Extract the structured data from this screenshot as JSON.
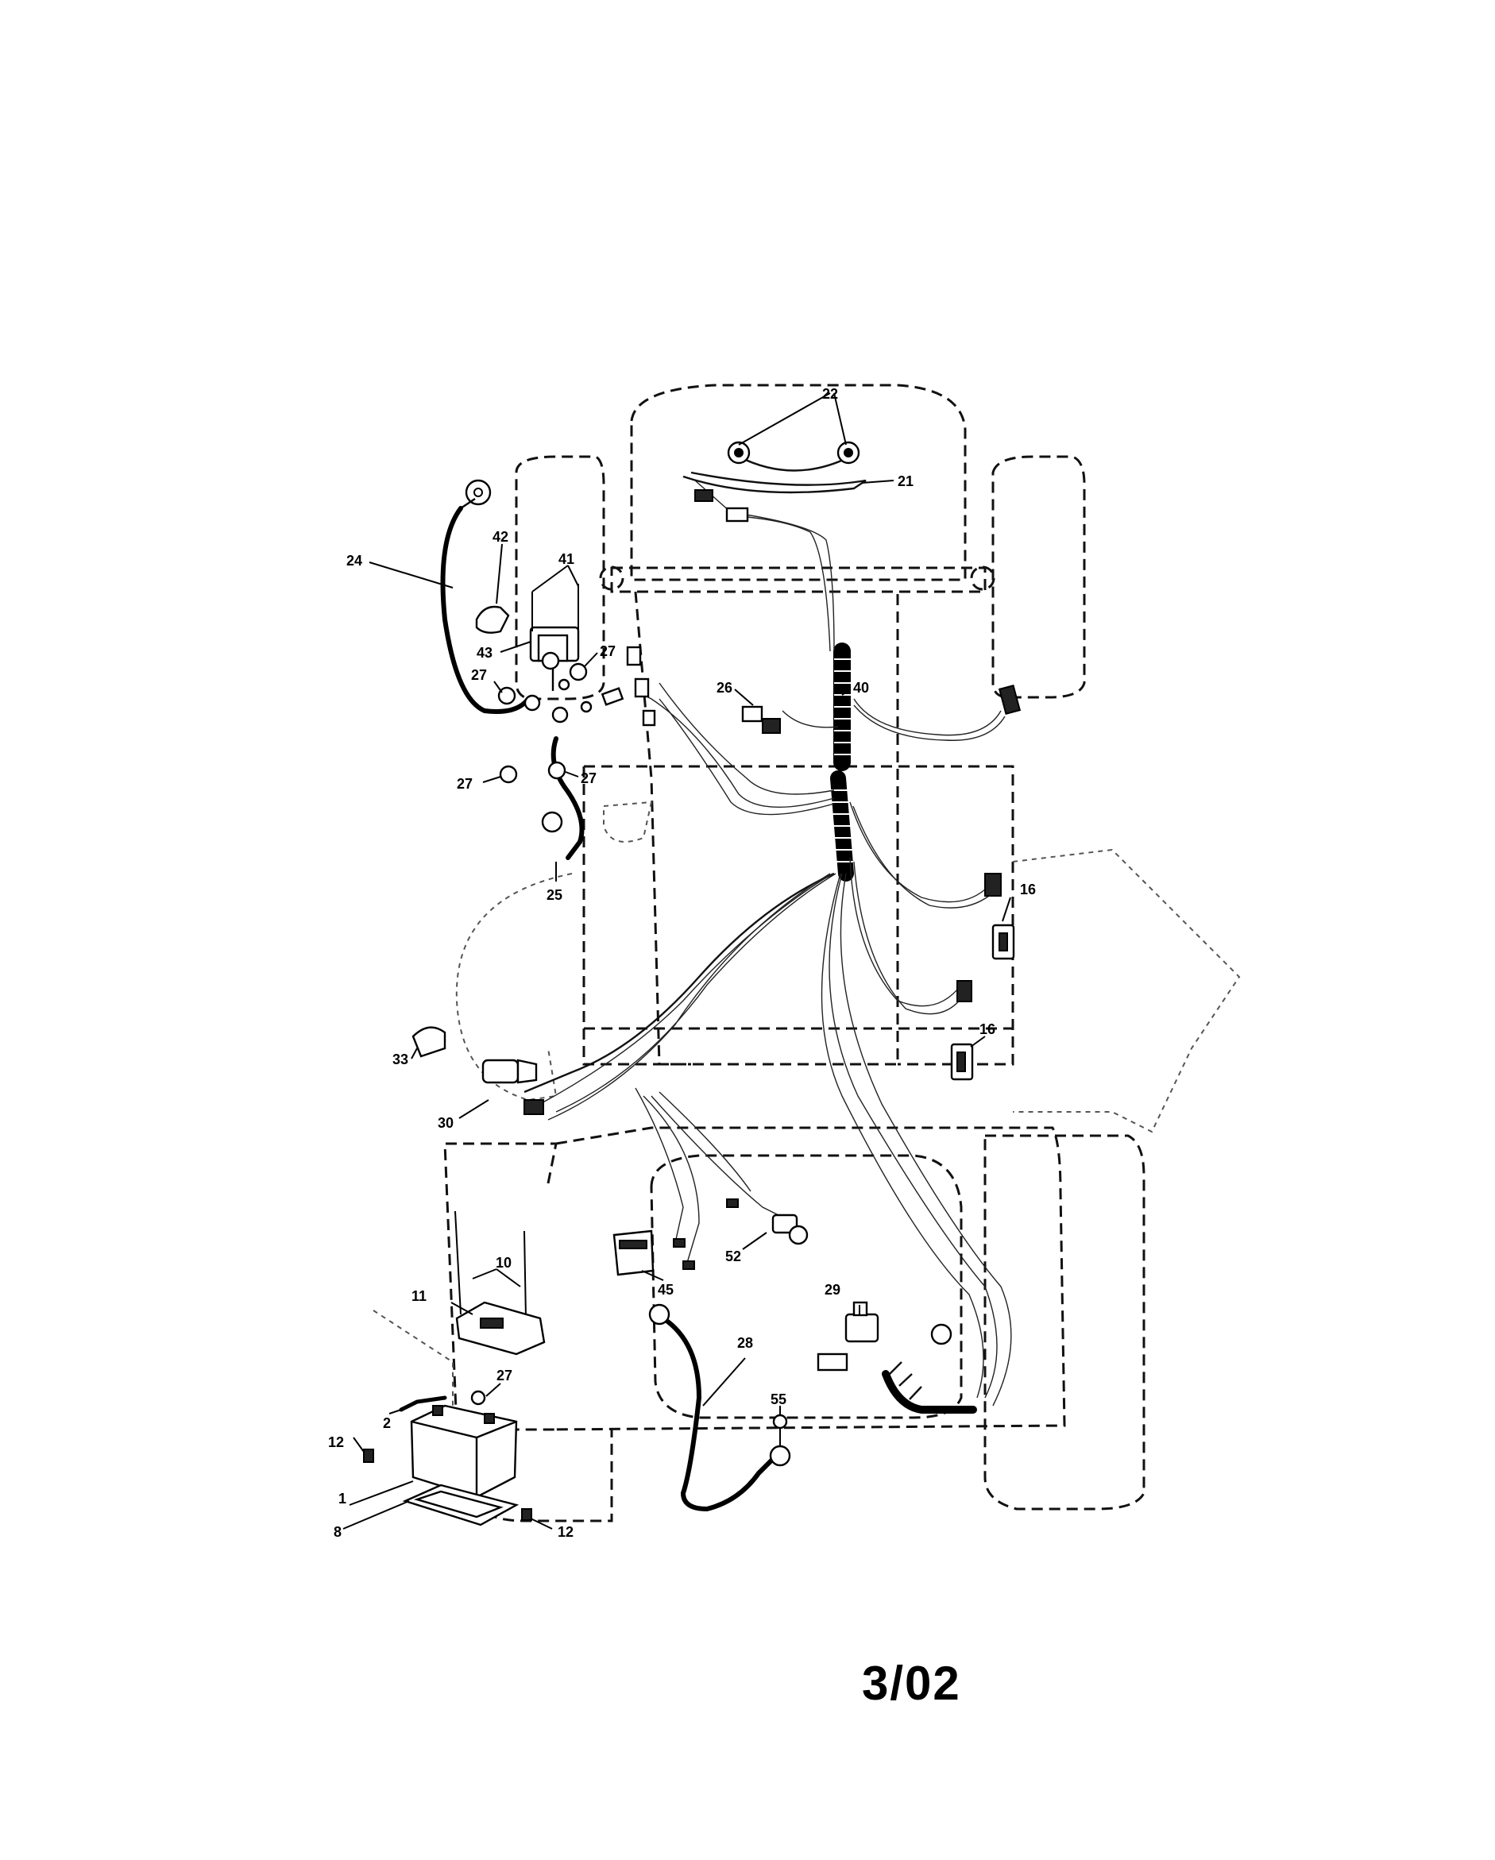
{
  "callouts": {
    "c1": "1",
    "c2": "2",
    "c8": "8",
    "c10": "10",
    "c11": "11",
    "c12a": "12",
    "c12b": "12",
    "c16a": "16",
    "c16b": "16",
    "c21": "21",
    "c22": "22",
    "c24": "24",
    "c25": "25",
    "c26": "26",
    "c27a": "27",
    "c27b": "27",
    "c27c": "27",
    "c27d": "27",
    "c27e": "27",
    "c28": "28",
    "c29": "29",
    "c30": "30",
    "c33": "33",
    "c40": "40",
    "c41": "41",
    "c42": "42",
    "c43": "43",
    "c45": "45",
    "c52": "52",
    "c55": "55"
  },
  "date_code": "3/02"
}
